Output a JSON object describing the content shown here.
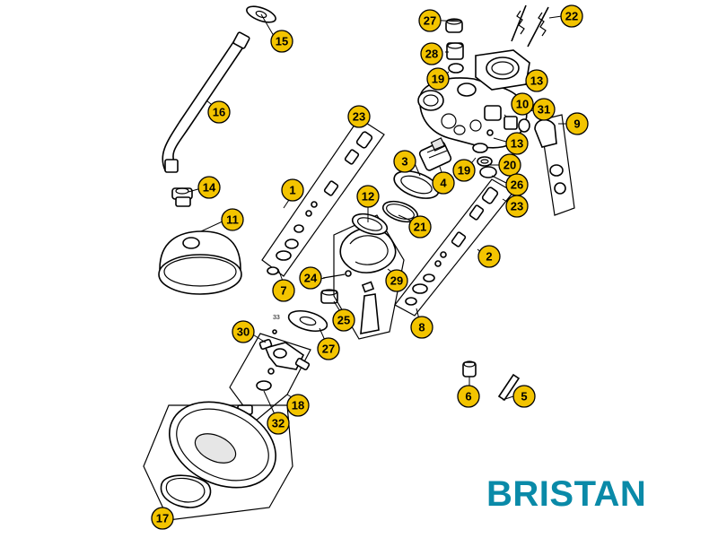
{
  "brand": {
    "name": "BRISTAN",
    "color": "#0a8aa8"
  },
  "callout_color": "#f3c400",
  "small_label": "33",
  "callouts": [
    "1",
    "2",
    "3",
    "4",
    "5",
    "6",
    "7",
    "8",
    "9",
    "10",
    "11",
    "12",
    "13",
    "13",
    "14",
    "15",
    "16",
    "17",
    "18",
    "19",
    "19",
    "20",
    "21",
    "22",
    "23",
    "23",
    "24",
    "25",
    "26",
    "27",
    "27",
    "28",
    "29",
    "30",
    "31",
    "32"
  ]
}
